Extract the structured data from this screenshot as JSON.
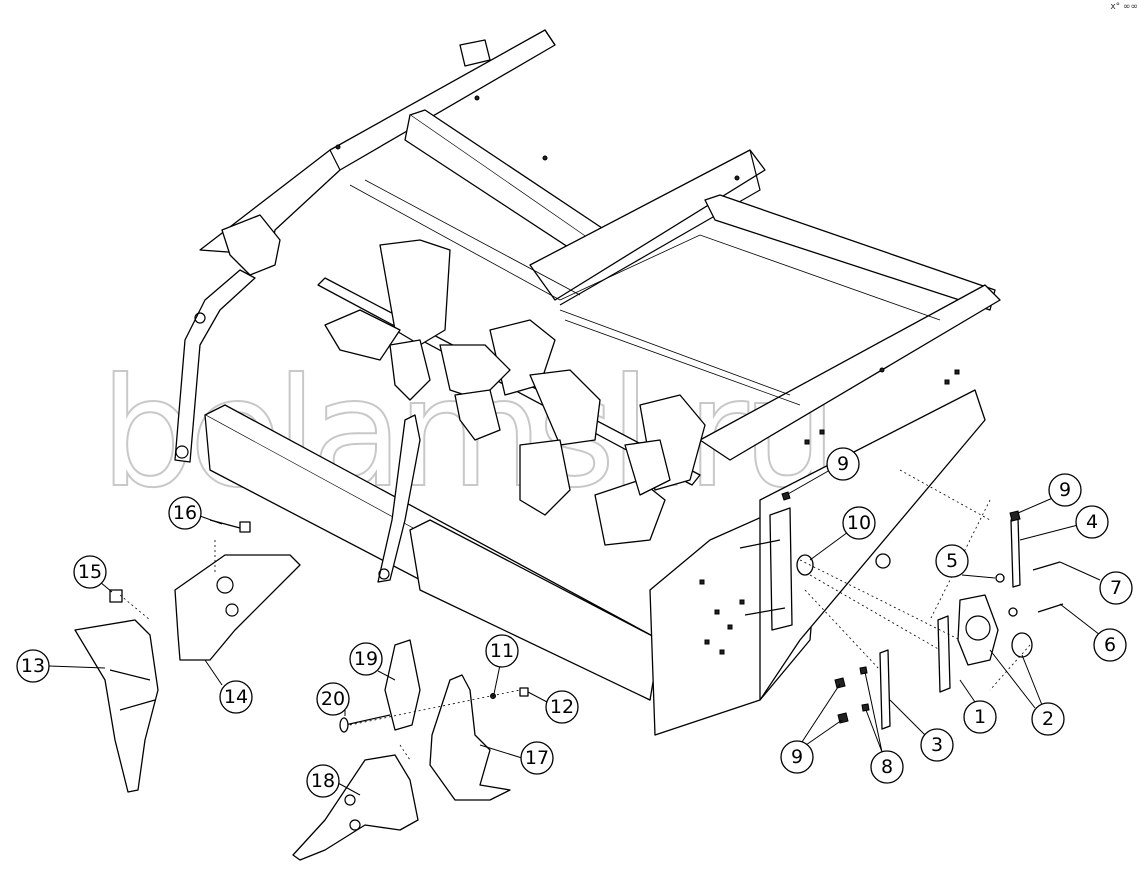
{
  "watermark": "belamsl.ru",
  "corner_mark": "x° ∞∞",
  "callouts": [
    {
      "id": "1",
      "label": "1"
    },
    {
      "id": "2",
      "label": "2"
    },
    {
      "id": "3",
      "label": "3"
    },
    {
      "id": "4",
      "label": "4"
    },
    {
      "id": "5",
      "label": "5"
    },
    {
      "id": "6",
      "label": "6"
    },
    {
      "id": "7",
      "label": "7"
    },
    {
      "id": "8",
      "label": "8"
    },
    {
      "id": "9a",
      "label": "9"
    },
    {
      "id": "9b",
      "label": "9"
    },
    {
      "id": "9c",
      "label": "9"
    },
    {
      "id": "10",
      "label": "10"
    },
    {
      "id": "11",
      "label": "11"
    },
    {
      "id": "12",
      "label": "12"
    },
    {
      "id": "13",
      "label": "13"
    },
    {
      "id": "14",
      "label": "14"
    },
    {
      "id": "15",
      "label": "15"
    },
    {
      "id": "16",
      "label": "16"
    },
    {
      "id": "17",
      "label": "17"
    },
    {
      "id": "18",
      "label": "18"
    },
    {
      "id": "19",
      "label": "19"
    },
    {
      "id": "20",
      "label": "20"
    }
  ]
}
